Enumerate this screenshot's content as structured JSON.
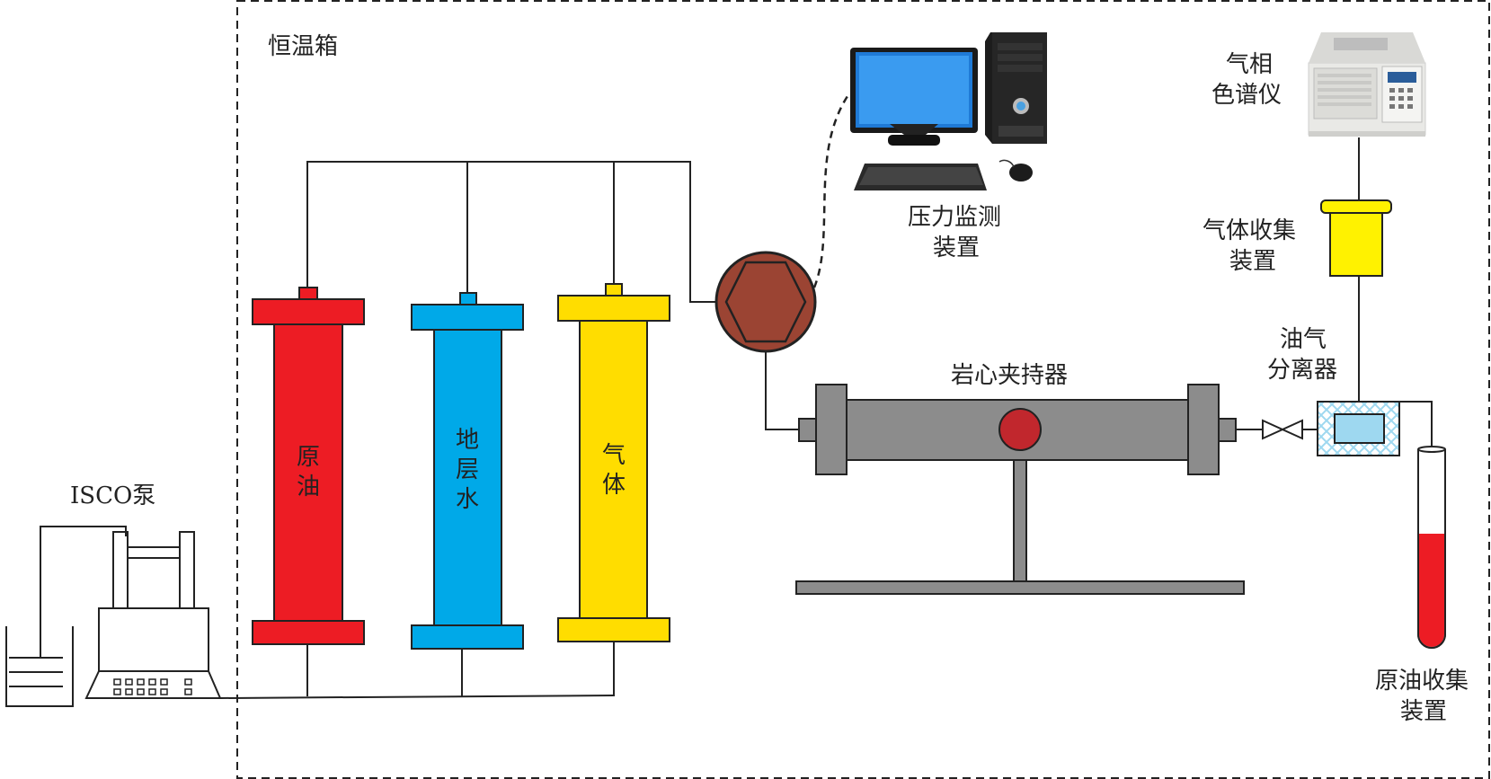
{
  "labels": {
    "oven": "恒温箱",
    "isco_pump": "ISCO泵",
    "cyl_oil": [
      "原",
      "油"
    ],
    "cyl_water": [
      "地",
      "层",
      "水"
    ],
    "cyl_gas": [
      "气",
      "体"
    ],
    "pressure_monitor": [
      "压力监测",
      "装置"
    ],
    "core_holder": "岩心夹持器",
    "gas_chromatograph": [
      "气相",
      "色谱仪"
    ],
    "gas_collector": [
      "气体收集",
      "装置"
    ],
    "separator": [
      "油气",
      "分离器"
    ],
    "oil_collector": [
      "原油收集",
      "装置"
    ]
  },
  "colors": {
    "oil_red": "#ED1C24",
    "water_blue": "#00A9E8",
    "gas_yellow": "#FFDD00",
    "collector_yellow": "#FFF200",
    "holder_gray": "#8C8C8C",
    "valve_brown": "#9B4433",
    "core_red": "#C1272D",
    "separator_blue": "#9ED8F0"
  }
}
